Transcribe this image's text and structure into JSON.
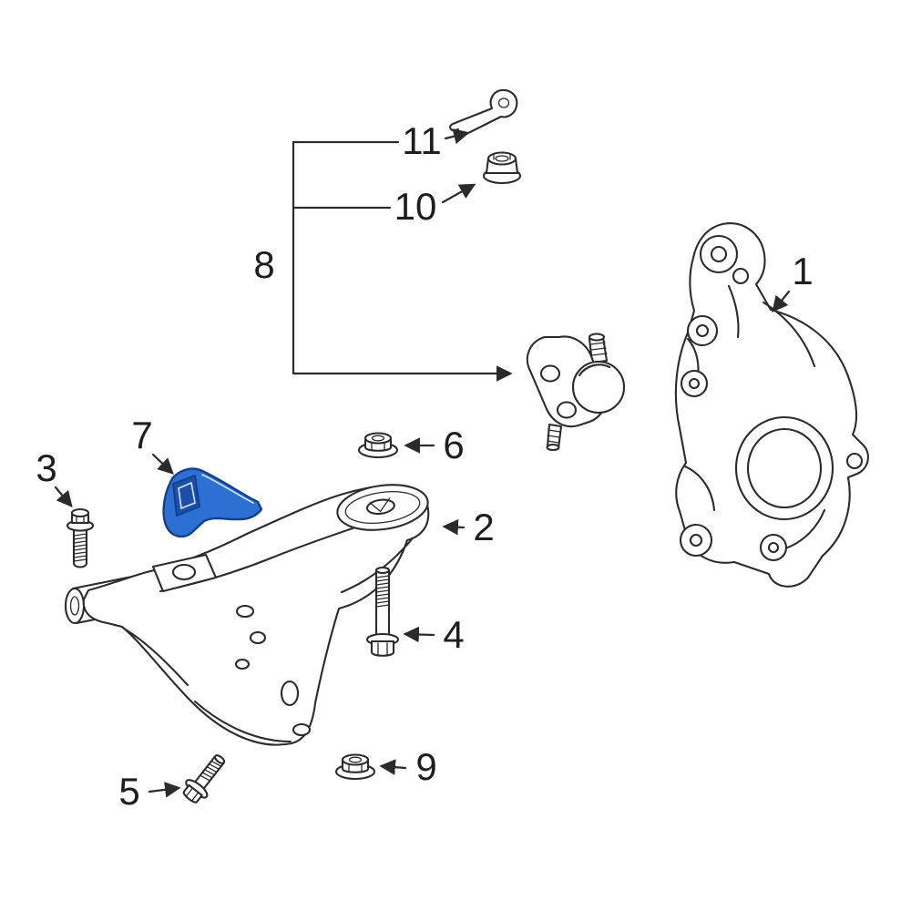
{
  "diagram": {
    "background_color": "#ffffff",
    "line_color": "#2b2b2b",
    "label_color": "#1e1e1e",
    "highlight_fill": "#2e6fd2",
    "highlight_stroke": "#10408f",
    "highlight_shadow": "#1b4fa8",
    "callouts": [
      {
        "label": "1",
        "part": "steering-knuckle"
      },
      {
        "label": "2",
        "part": "lower-control-arm"
      },
      {
        "label": "3",
        "part": "flange-bolt-front"
      },
      {
        "label": "4",
        "part": "flange-bolt-rear"
      },
      {
        "label": "5",
        "part": "flange-bolt-lower"
      },
      {
        "label": "6",
        "part": "flange-nut-upper",
        "highlighted": false
      },
      {
        "label": "7",
        "part": "control-arm-bracket",
        "highlighted": true
      },
      {
        "label": "8",
        "part": "ball-joint-assembly"
      },
      {
        "label": "9",
        "part": "flange-nut-lower"
      },
      {
        "label": "10",
        "part": "castle-nut"
      },
      {
        "label": "11",
        "part": "cotter-pin"
      }
    ]
  }
}
